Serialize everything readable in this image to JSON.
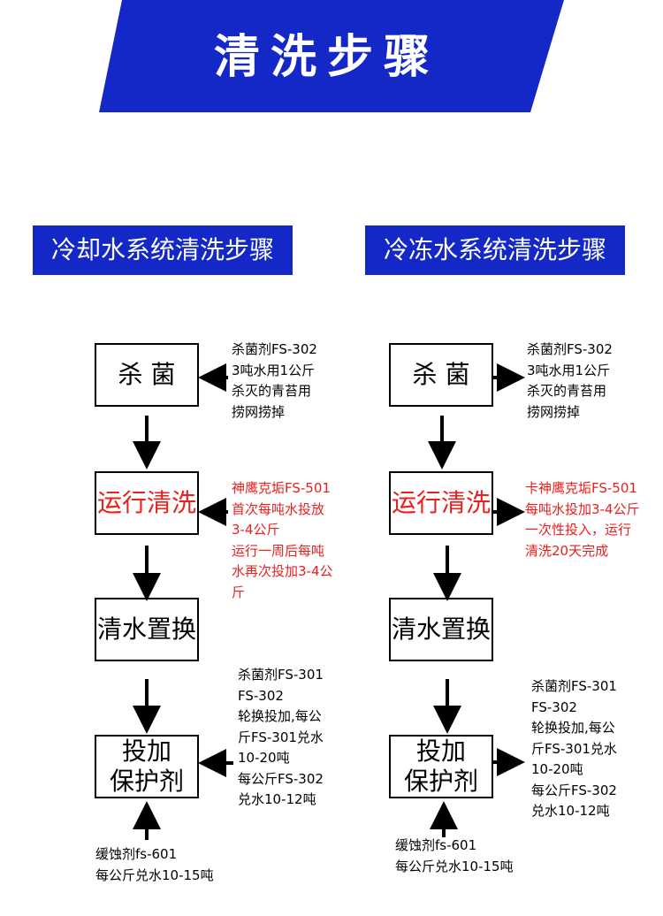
{
  "banner": {
    "title": "清洗步骤",
    "color": "#1428c8"
  },
  "left": {
    "title": "冷却水系统清洗步骤",
    "steps": [
      {
        "label": "杀 菌",
        "note": "杀菌剂FS-302\n3吨水用1公斤\n杀灭的青苔用\n捞网捞掉"
      },
      {
        "label": "运行清洗",
        "note": "神鹰克垢FS-501\n首次每吨水投放\n3-4公斤\n运行一周后每吨\n水再次投加3-4公\n斤"
      },
      {
        "label": "清水置换"
      },
      {
        "label": "投加\n保护剂",
        "note": "杀菌剂FS-301\nFS-302\n轮换投加,每公\n斤FS-301兑水\n10-20吨\n每公斤FS-302\n兑水10-12吨"
      }
    ],
    "bottom_note": "缓蚀剂fs-601\n每公斤兑水10-15吨"
  },
  "right": {
    "title": "冷冻水系统清洗步骤",
    "steps": [
      {
        "label": "杀 菌",
        "note": "杀菌剂FS-302\n3吨水用1公斤\n杀灭的青苔用\n捞网捞掉"
      },
      {
        "label": "运行清洗",
        "note": "卡神鹰克垢FS-501\n每吨水投加3-4公斤\n一次性投入，运行\n清洗20天完成"
      },
      {
        "label": "清水置换"
      },
      {
        "label": "投加\n保护剂",
        "note": "杀菌剂FS-301\nFS-302\n轮换投加,每公\n斤FS-301兑水\n10-20吨\n每公斤FS-302\n兑水10-12吨"
      }
    ],
    "bottom_note": "缓蚀剂fs-601\n每公斤兑水10-15吨"
  },
  "colors": {
    "accent": "#1428c8",
    "highlight": "#e8201e"
  }
}
